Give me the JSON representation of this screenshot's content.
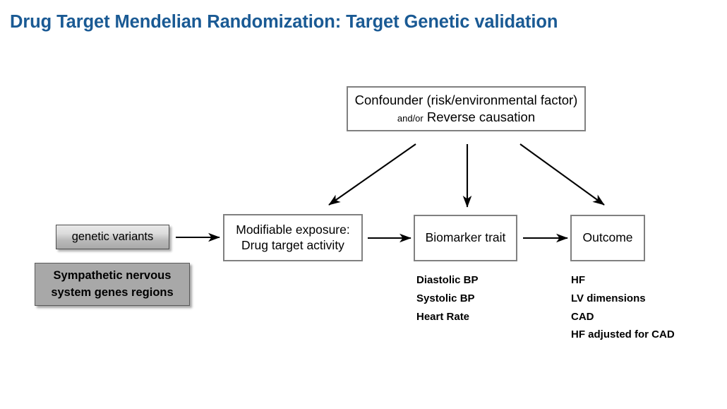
{
  "slide": {
    "title": "Drug Target Mendelian Randomization: Target Genetic validation",
    "title_color": "#1A5A94",
    "background": "#ffffff"
  },
  "diagram": {
    "confounder_box": {
      "line1": "Confounder (risk/environmental factor)",
      "line2_small": "and/or",
      "line2_rest": " Reverse causation"
    },
    "instrument_box": {
      "label": "genetic variants"
    },
    "instrument_annotation_box": {
      "line1": "Sympathetic nervous",
      "line2": "system genes regions"
    },
    "exposure_box": {
      "line1": "Modifiable exposure:",
      "line2": "Drug target activity"
    },
    "biomarker_box": {
      "label": "Biomarker trait"
    },
    "outcome_box": {
      "label": "Outcome"
    },
    "biomarker_list": {
      "items": [
        "Diastolic BP",
        "Systolic BP",
        "Heart Rate"
      ]
    },
    "outcome_list": {
      "items": [
        "HF",
        "LV dimensions",
        "CAD",
        "HF adjusted for CAD"
      ]
    },
    "arrows": [
      {
        "name": "variants-to-exposure",
        "type": "horizontal"
      },
      {
        "name": "exposure-to-biomarker",
        "type": "horizontal"
      },
      {
        "name": "biomarker-to-outcome",
        "type": "horizontal"
      },
      {
        "name": "confounder-to-exposure",
        "type": "diagonal-left"
      },
      {
        "name": "confounder-to-biomarker",
        "type": "vertical"
      },
      {
        "name": "confounder-to-outcome",
        "type": "diagonal-right"
      }
    ],
    "colors": {
      "box_border": "#808080",
      "box_fill": "#ffffff",
      "annotation_fill": "#a8a8a8",
      "arrow": "#000000"
    }
  }
}
